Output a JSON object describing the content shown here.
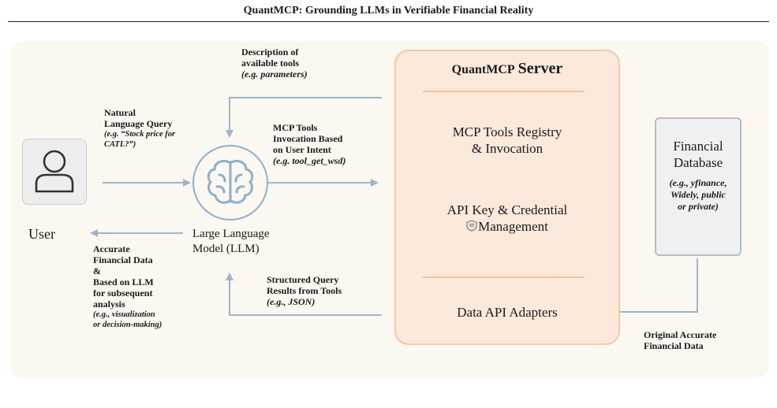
{
  "title": "QuantMCP: Grounding LLMs in Verifiable Financial Reality",
  "user": {
    "label": "User"
  },
  "llm": {
    "label_line1": "Large Language",
    "label_line2": "Model (LLM)"
  },
  "server": {
    "title_prefix": "QuantMCP",
    "title_suffix": "Server",
    "registry_line1": "MCP Tools Registry",
    "registry_line2": "& Invocation",
    "apikey_line1": "API Key & Credential",
    "apikey_line2": "Management",
    "adapters": "Data API Adapters"
  },
  "database": {
    "title_line1": "Financial",
    "title_line2": "Database",
    "example_line1": "(e.g., yfinance,",
    "example_line2": "Widely, public",
    "example_line3": "or private)"
  },
  "labels": {
    "tools_desc_line1": "Description of",
    "tools_desc_line2": "available tools",
    "tools_desc_example": "(e.g. parameters)",
    "nl_query_line1": "Natural",
    "nl_query_line2": "Language Query",
    "nl_query_example_line1": "(e.g. “Stock price for",
    "nl_query_example_line2": "CATL?”)",
    "mcp_invocation_line1": "MCP Tools",
    "mcp_invocation_line2": "Invocation Based",
    "mcp_invocation_line3": "on User Intent",
    "mcp_invocation_example": "(e.g. tool_get_wsd)",
    "accurate_line1": "Accurate",
    "accurate_line2": "Financial Data",
    "accurate_line3": "&",
    "accurate_line4": "Based on LLM",
    "accurate_line5": "for subsequent",
    "accurate_line6": "analysis",
    "accurate_example_line1": "(e.g., visualization",
    "accurate_example_line2": "or decision-making)",
    "structured_line1": "Structured Query",
    "structured_line2": "Results from Tools",
    "structured_example": "(e.g., JSON)",
    "original_line1": "Original Accurate",
    "original_line2": "Financial Data"
  },
  "colors": {
    "arrow": "#9fb4c8",
    "server_fill": "#fbe9dc",
    "server_border": "#f4c8a8",
    "panel": "#fbf7f1",
    "brain": "#8fb0c8"
  }
}
